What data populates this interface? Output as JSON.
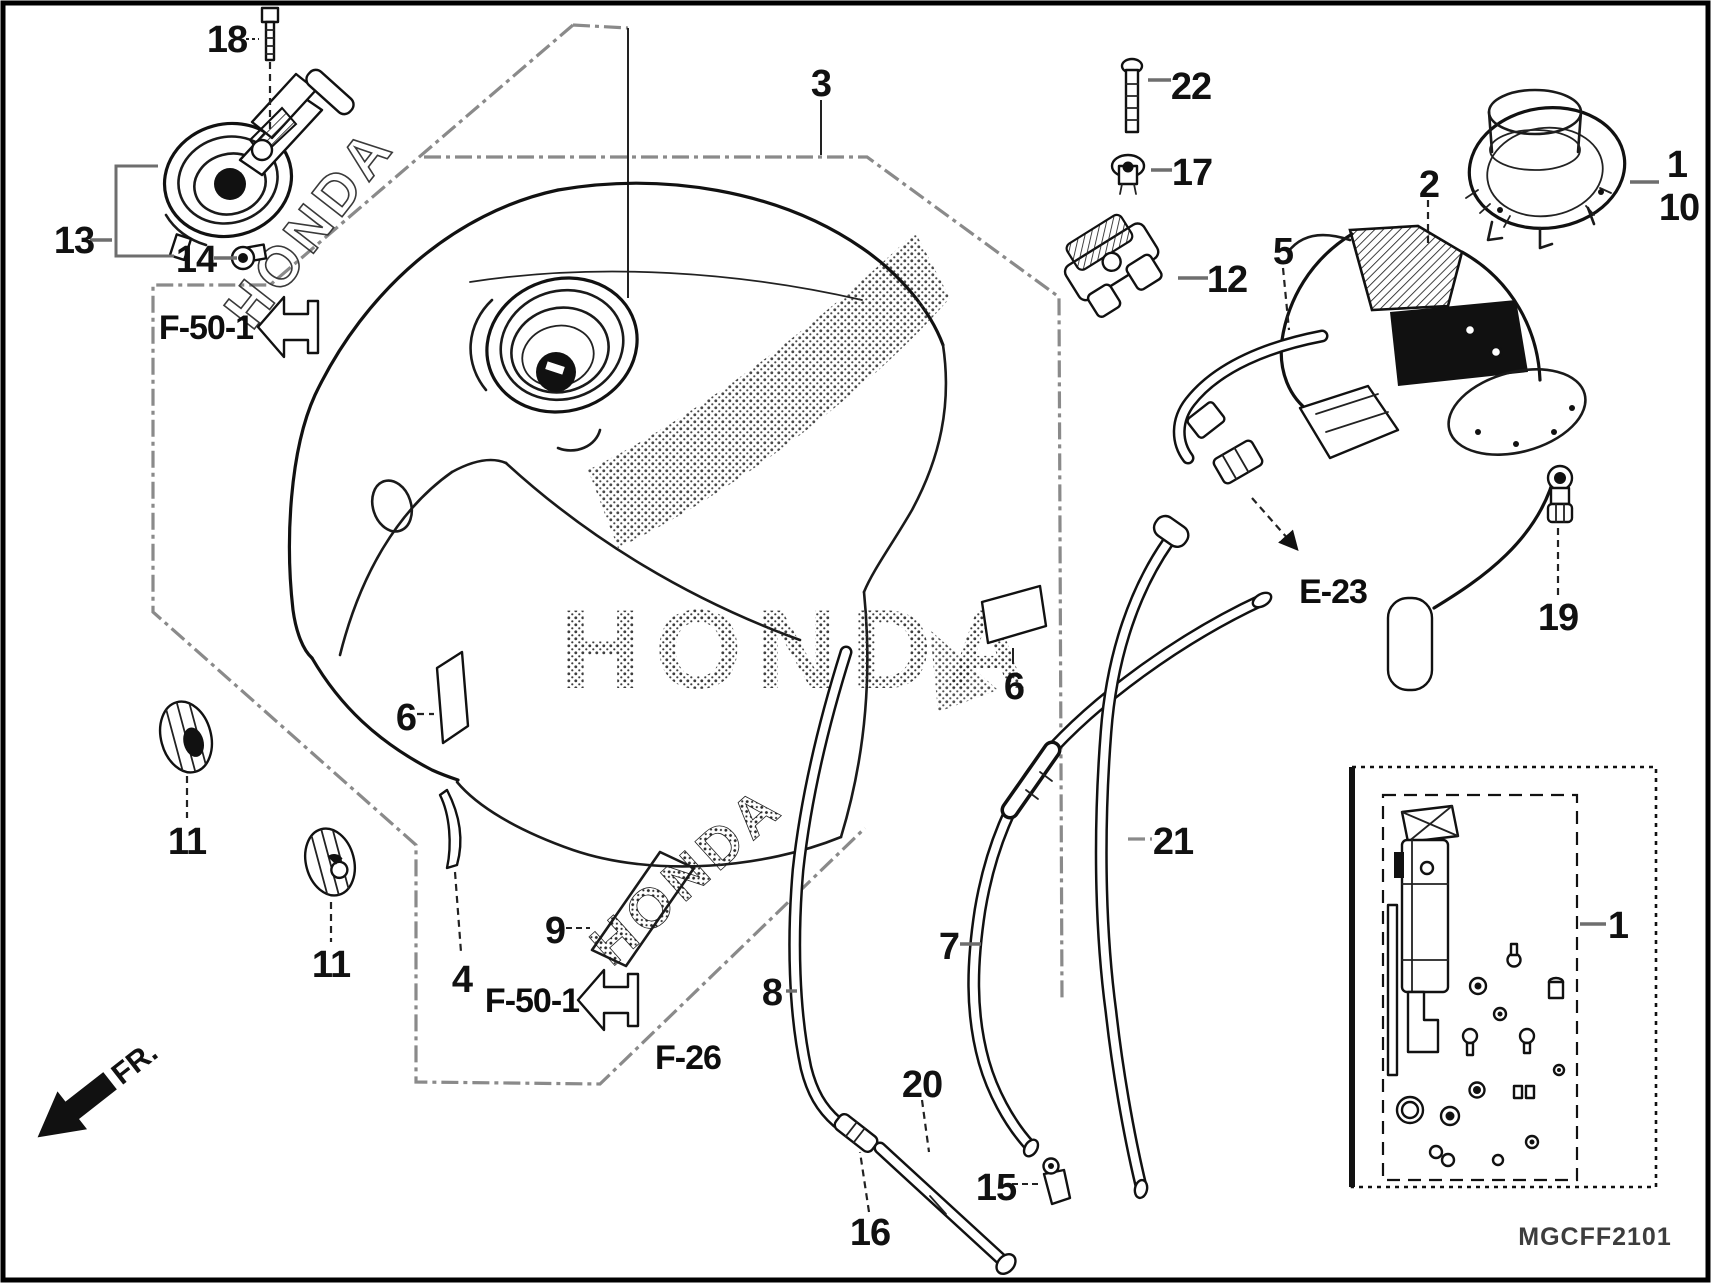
{
  "figure": {
    "code": "MGCFF2101",
    "fr": "FR.",
    "brand": "HONDA",
    "refs": {
      "f501_top": "F-50-1",
      "f501_bot": "F-50-1",
      "f26": "F-26",
      "e23": "E-23"
    },
    "callouts": {
      "c1_top": "1",
      "c10": "10",
      "c2": "2",
      "c3": "3",
      "c4": "4",
      "c5": "5",
      "c6_left": "6",
      "c6_right": "6",
      "c7": "7",
      "c8": "8",
      "c9": "9",
      "c11_a": "11",
      "c11_b": "11",
      "c12": "12",
      "c13": "13",
      "c14": "14",
      "c15": "15",
      "c16": "16",
      "c17": "17",
      "c18": "18",
      "c19": "19",
      "c20": "20",
      "c21": "21",
      "c22": "22",
      "c1_inset": "1"
    },
    "colors": {
      "line": "#1a1a1a",
      "muted": "#777777",
      "background": "#ffffff"
    }
  }
}
